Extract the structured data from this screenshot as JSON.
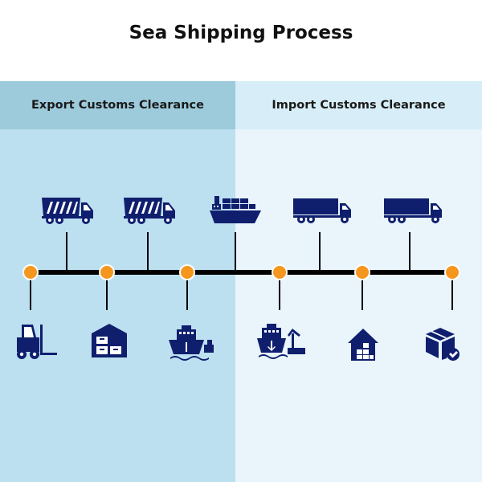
{
  "title": "Sea Shipping Process",
  "colors": {
    "export_panel": "#bde0f0",
    "export_header": "#9dcbdc",
    "import_panel": "#e9f5fb",
    "import_header": "#d7eef8",
    "icon": "#0f1f6e",
    "node": "#f5961e",
    "line": "#000000"
  },
  "sections": [
    {
      "label": "Export Customs Clearance"
    },
    {
      "label": "Import Customs Clearance"
    }
  ],
  "top_icons": [
    "dump-truck-icon",
    "dump-truck-icon",
    "container-ship-icon",
    "box-truck-icon",
    "box-truck-icon"
  ],
  "bottom_icons": [
    "forklift-icon",
    "warehouse-icon",
    "ship-loading-icon",
    "port-crane-ship-icon",
    "warehouse-icon",
    "package-check-icon"
  ]
}
